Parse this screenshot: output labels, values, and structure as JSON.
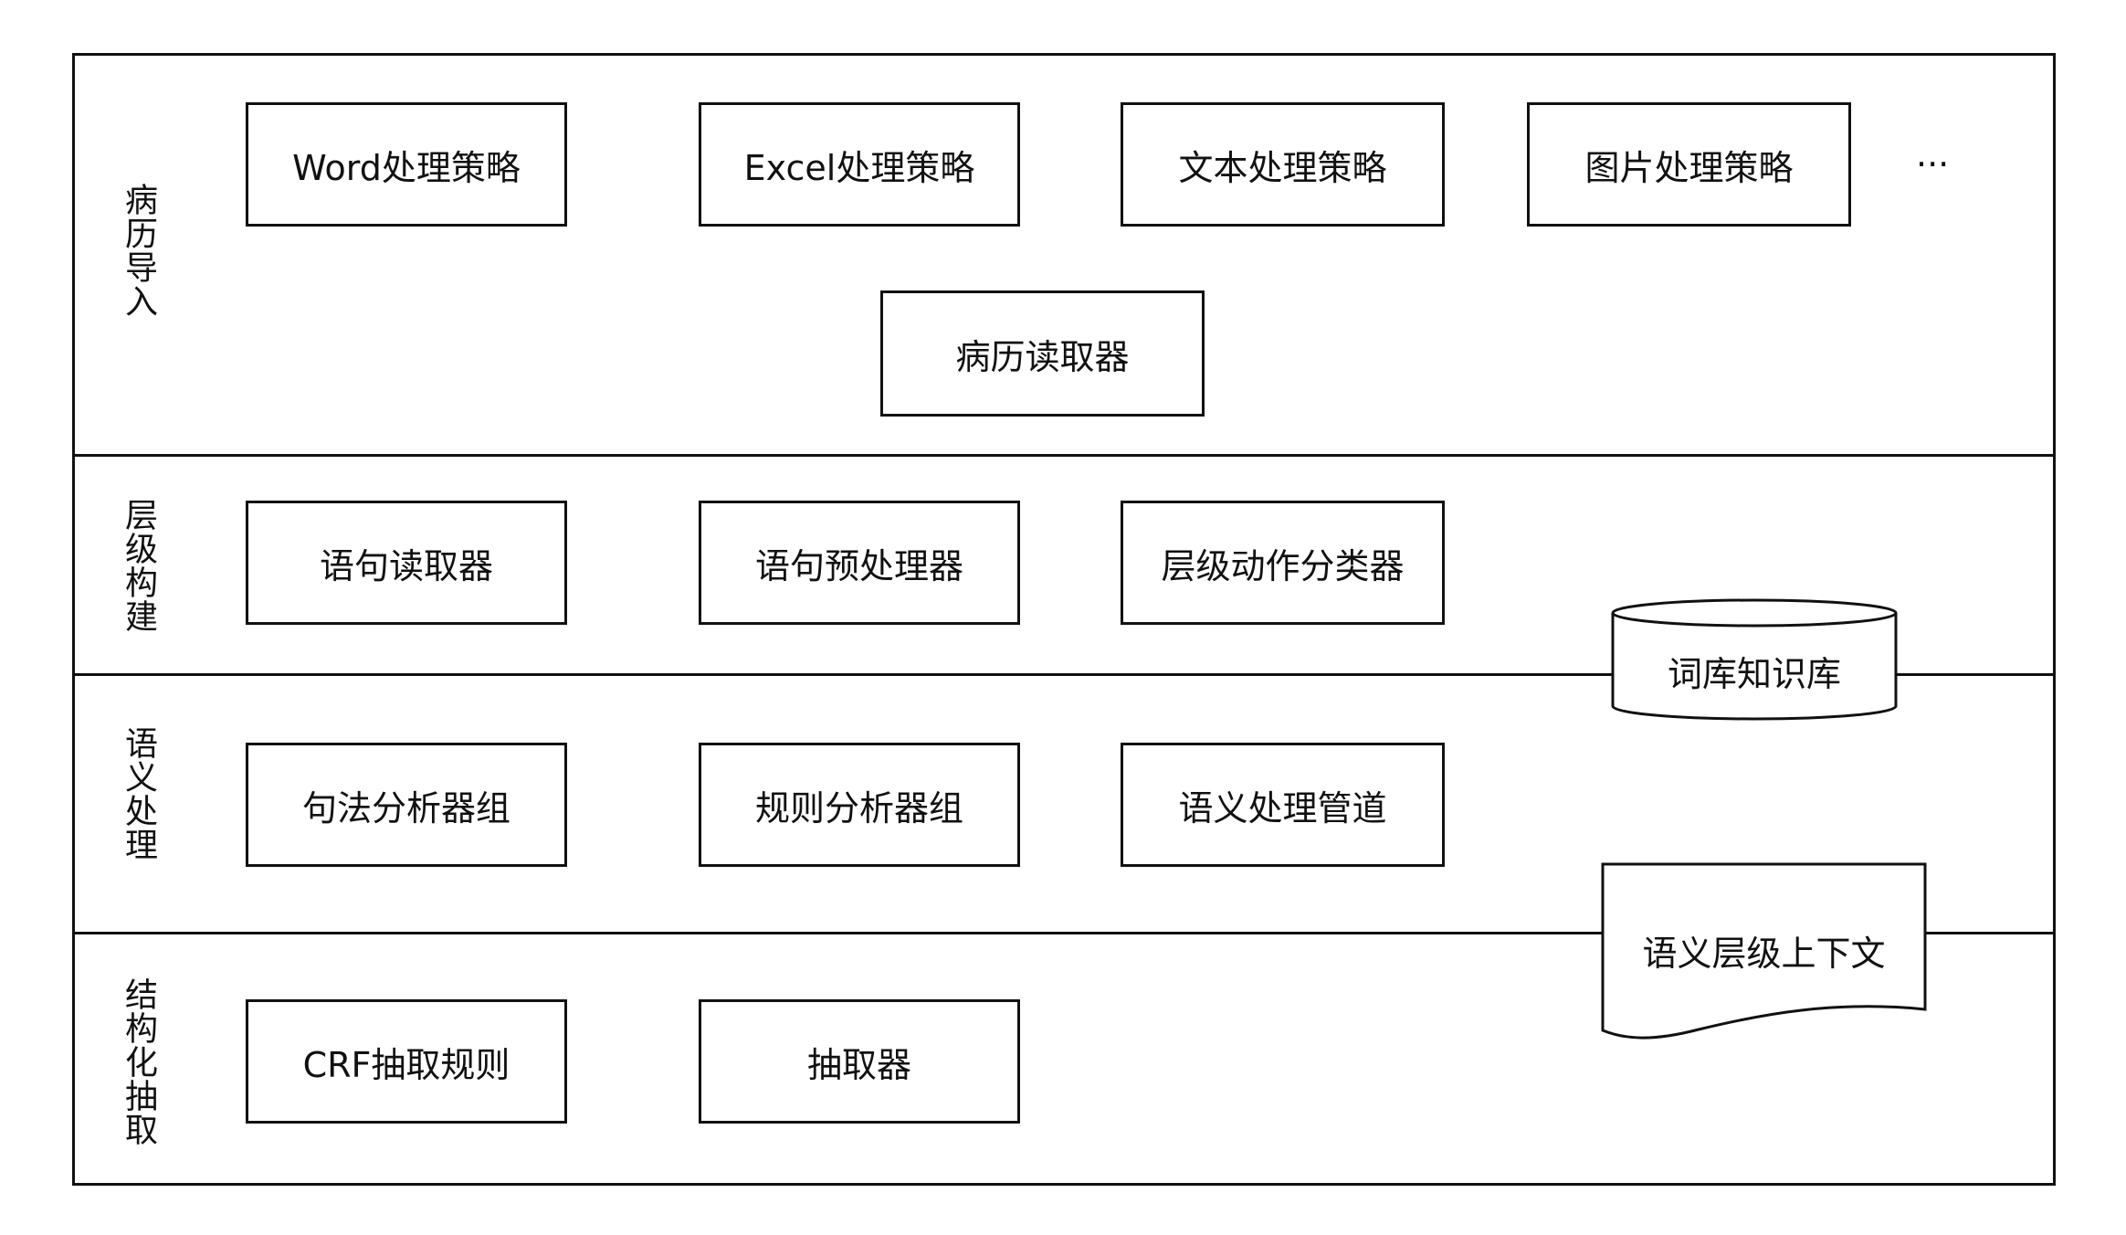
{
  "layers": [
    {
      "label": "病历导入",
      "items": [
        "Word处理策略",
        "Excel处理策略",
        "文本处理策略",
        "图片处理策略",
        "病历读取器"
      ],
      "more": "···"
    },
    {
      "label": "层级构建",
      "items": [
        "语句读取器",
        "语句预处理器",
        "层级动作分类器"
      ]
    },
    {
      "label": "语义处理",
      "items": [
        "句法分析器组",
        "规则分析器组",
        "语义处理管道"
      ]
    },
    {
      "label": "结构化抽取",
      "items": [
        "CRF抽取规则",
        "抽取器"
      ]
    }
  ],
  "side": {
    "database": "词库知识库",
    "document": "语义层级上下文"
  }
}
